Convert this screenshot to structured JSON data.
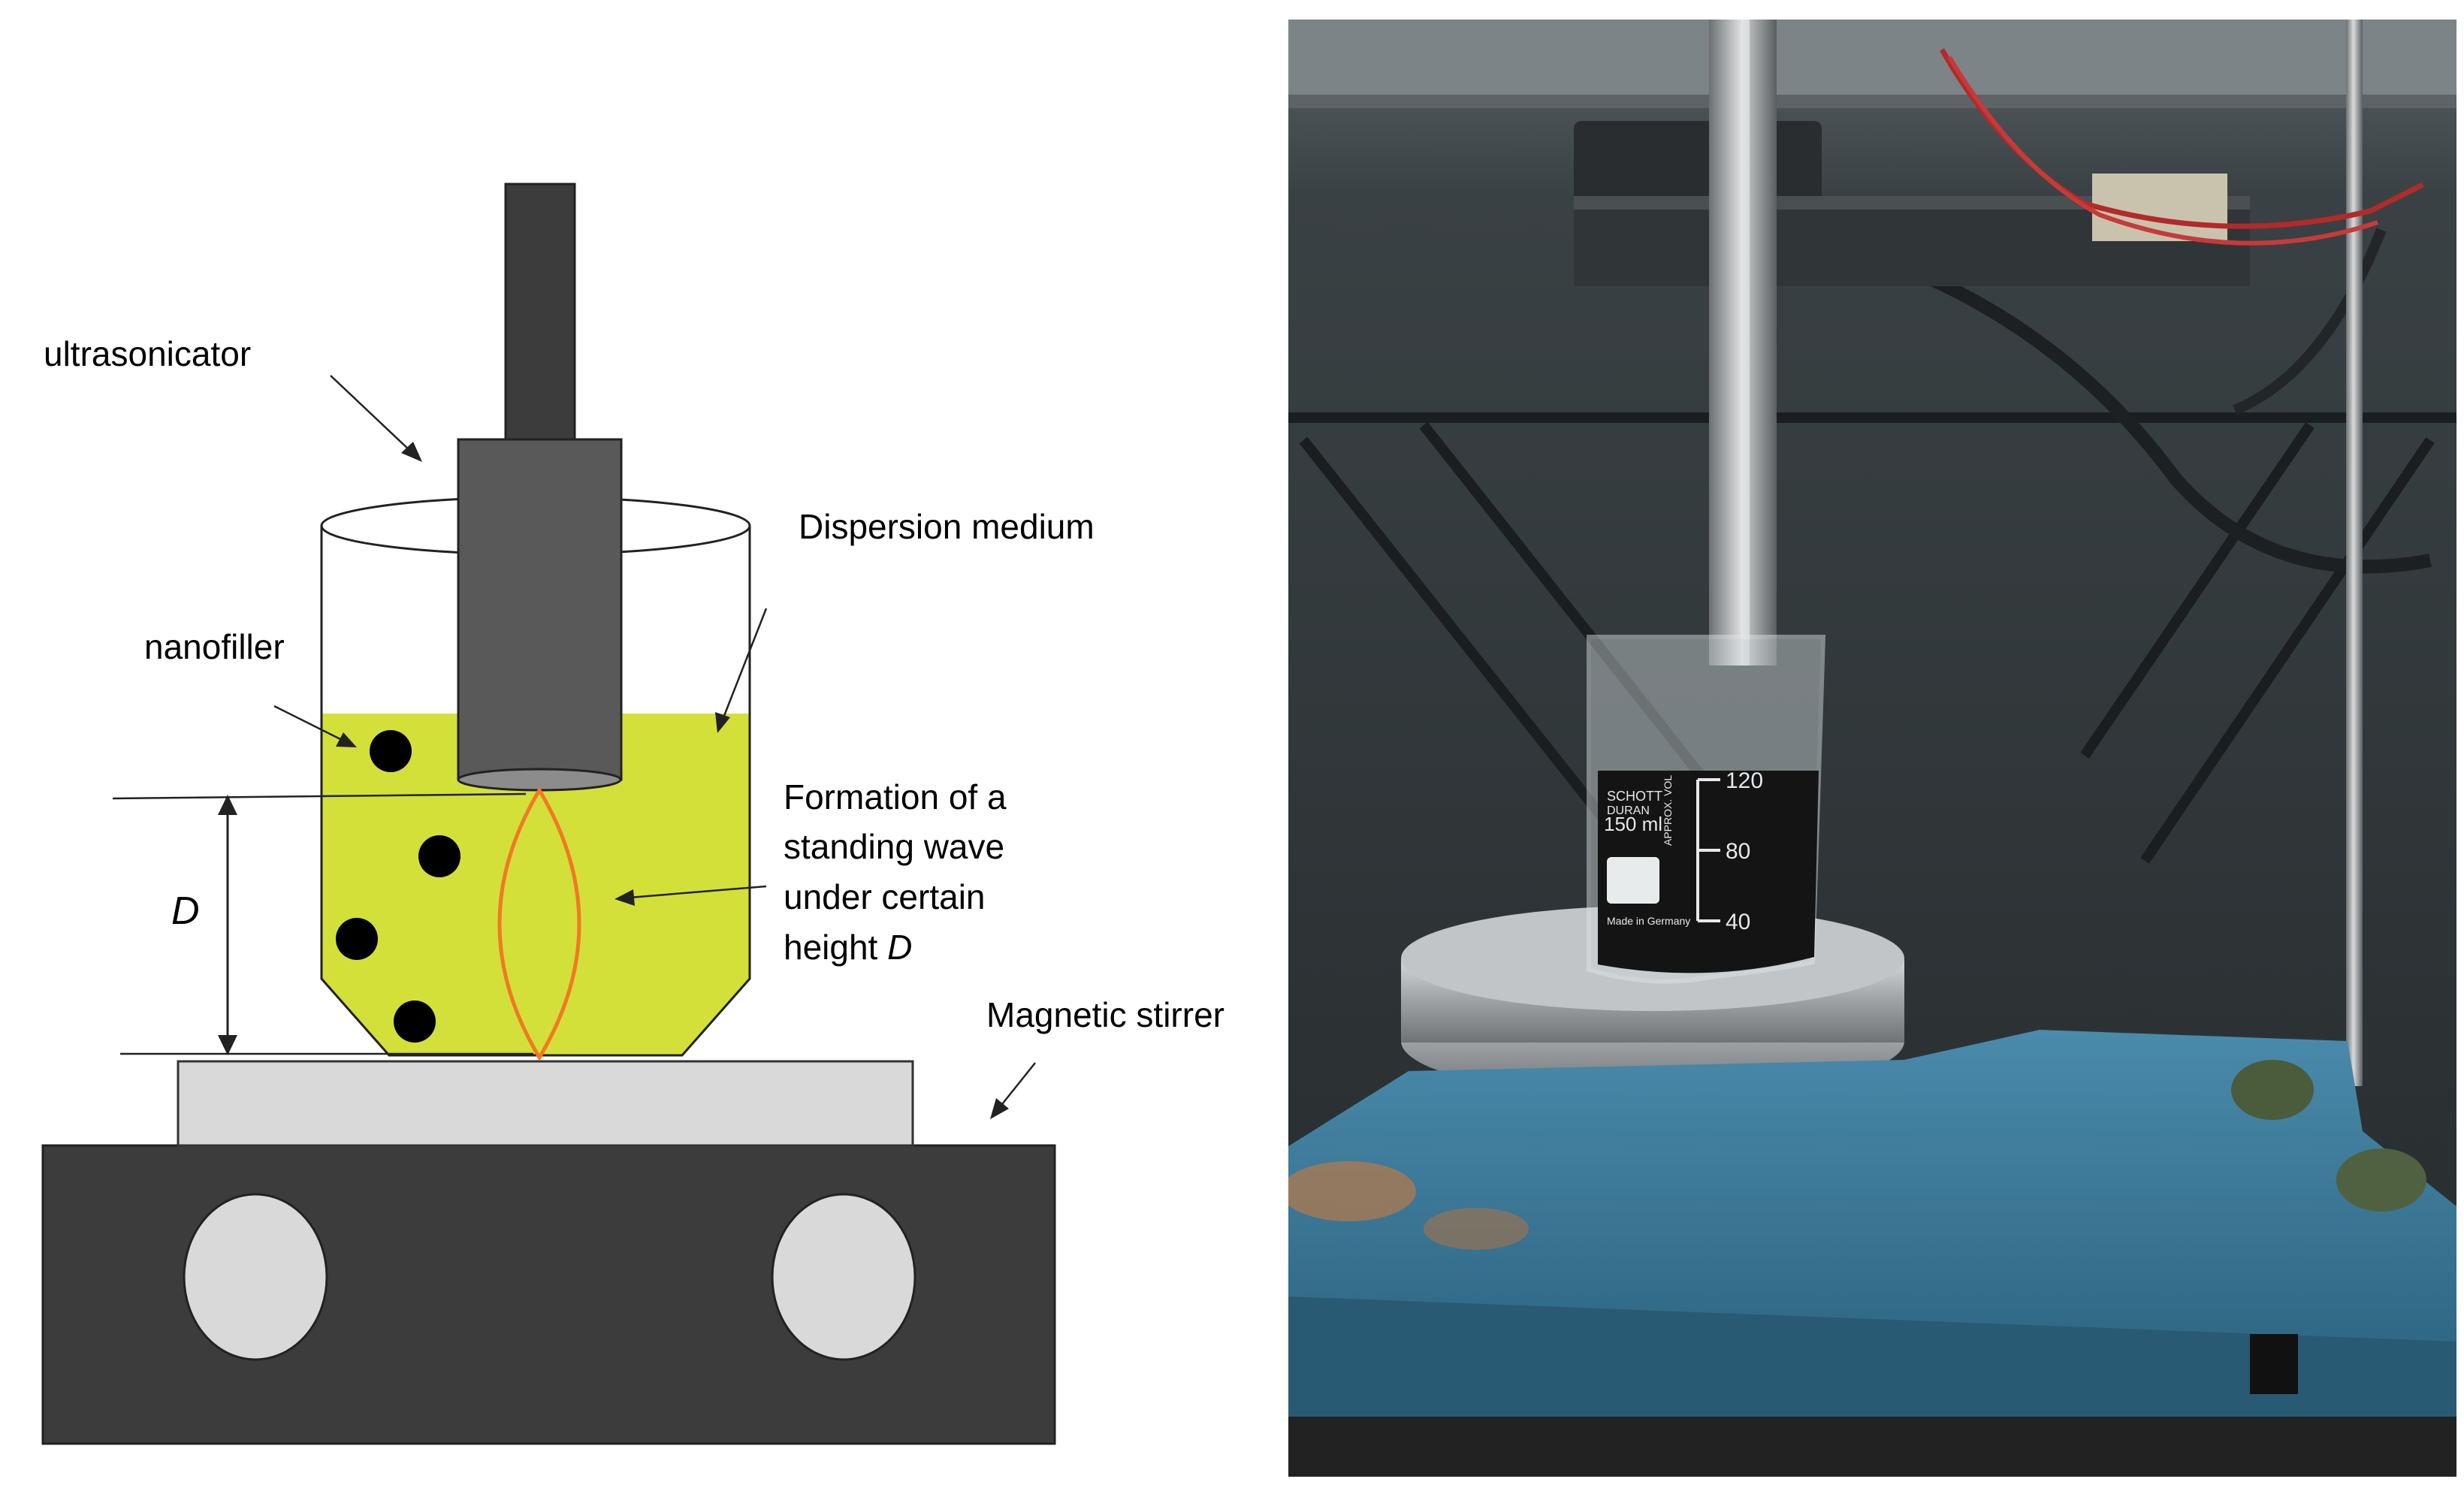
{
  "schematic": {
    "labels": {
      "ultrasonicator": "ultrasonicator",
      "dispersion_medium": "Dispersion medium",
      "nanofiller": "nanofiller",
      "standing_wave_line1": "Formation of a",
      "standing_wave_line2": "standing wave",
      "standing_wave_line3": "under certain",
      "standing_wave_line4_prefix": "height ",
      "standing_wave_line4_var": "D",
      "height_symbol": "D",
      "magnetic_stirrer": "Magnetic stirrer"
    },
    "colors": {
      "liquid": "#d4e03a",
      "device_dark": "#3c3c3c",
      "probe": "#595959",
      "plate": "#d9d9d9",
      "knob": "#d9d9d9",
      "wave": "#f07a22",
      "particle": "#000000"
    }
  },
  "photo": {
    "beaker_brand": "SCHOTT",
    "beaker_brand2": "DURAN",
    "beaker_volume": "150 ml",
    "beaker_approx": "APPROX. VOL",
    "beaker_origin": "Made in Germany",
    "graduations": [
      "120",
      "80",
      "40"
    ],
    "colors": {
      "background": "#2c3336",
      "stirrer_body": "#3d7a9a",
      "liquid": "#141414",
      "plate_metal": "#b9bcbe"
    }
  }
}
